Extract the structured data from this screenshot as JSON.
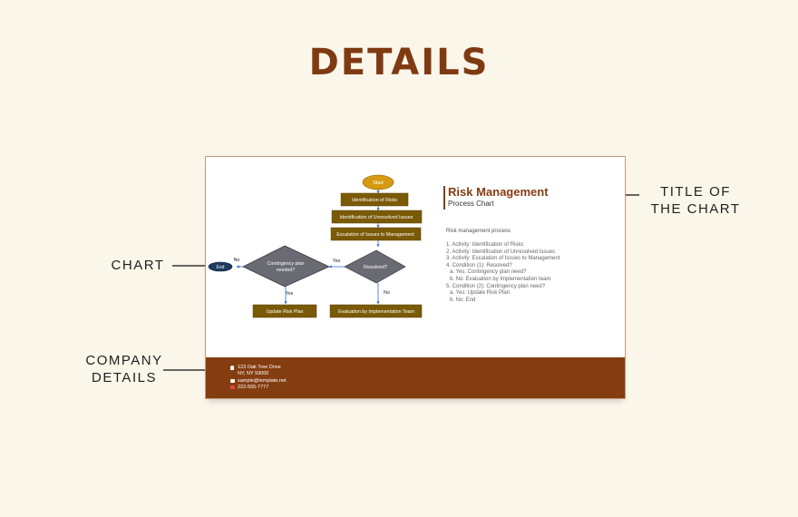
{
  "heading": "DETAILS",
  "callouts": {
    "title_of_chart": [
      "TITLE OF",
      "THE CHART"
    ],
    "chart": "CHART",
    "company_details": [
      "COMPANY",
      "DETAILS"
    ]
  },
  "document": {
    "title": "Risk Management",
    "subtitle": "Process Chart",
    "process_heading": "Risk management process",
    "steps": [
      {
        "text": "1. Activity: Identification of Risks",
        "sub": false
      },
      {
        "text": "2. Activity: Identification of Unresolved Issues",
        "sub": false
      },
      {
        "text": "3. Activity: Escalation of Issues to Management",
        "sub": false
      },
      {
        "text": "4. Condition (1): Resolved?",
        "sub": false
      },
      {
        "text": "a. Yes: Contingency plan need?",
        "sub": true
      },
      {
        "text": "b. No: Evaluation by Implementation team",
        "sub": true
      },
      {
        "text": "5. Condition (2): Contingency plan need?",
        "sub": false
      },
      {
        "text": "a. Yes: Update Risk Plan",
        "sub": true
      },
      {
        "text": "b. No: End",
        "sub": true
      }
    ],
    "flowchart": {
      "start": "Start",
      "identification": "Identification of Risks",
      "unresolved": "Identification of Unresolved Issues",
      "escalation": "Escalation of Issues to Management",
      "resolved": "Resolved?",
      "contingency": [
        "Contingency plan",
        "needed?"
      ],
      "update": "Update Risk Plan",
      "evaluation": "Evaluation by Implementation Team",
      "end": "End",
      "yes": "Yes",
      "no": "No"
    },
    "company": {
      "address_line1": "123 Oak Tree Drive",
      "address_line2": "NY, NY 93000",
      "email": "sample@template.net",
      "phone": "222-555-7777"
    }
  },
  "colors": {
    "accent": "#843d10",
    "box_fill": "#7a5a06",
    "diamond_fill": "#6a6a72",
    "start_fill": "#d69a12",
    "background": "#faf6ea"
  }
}
